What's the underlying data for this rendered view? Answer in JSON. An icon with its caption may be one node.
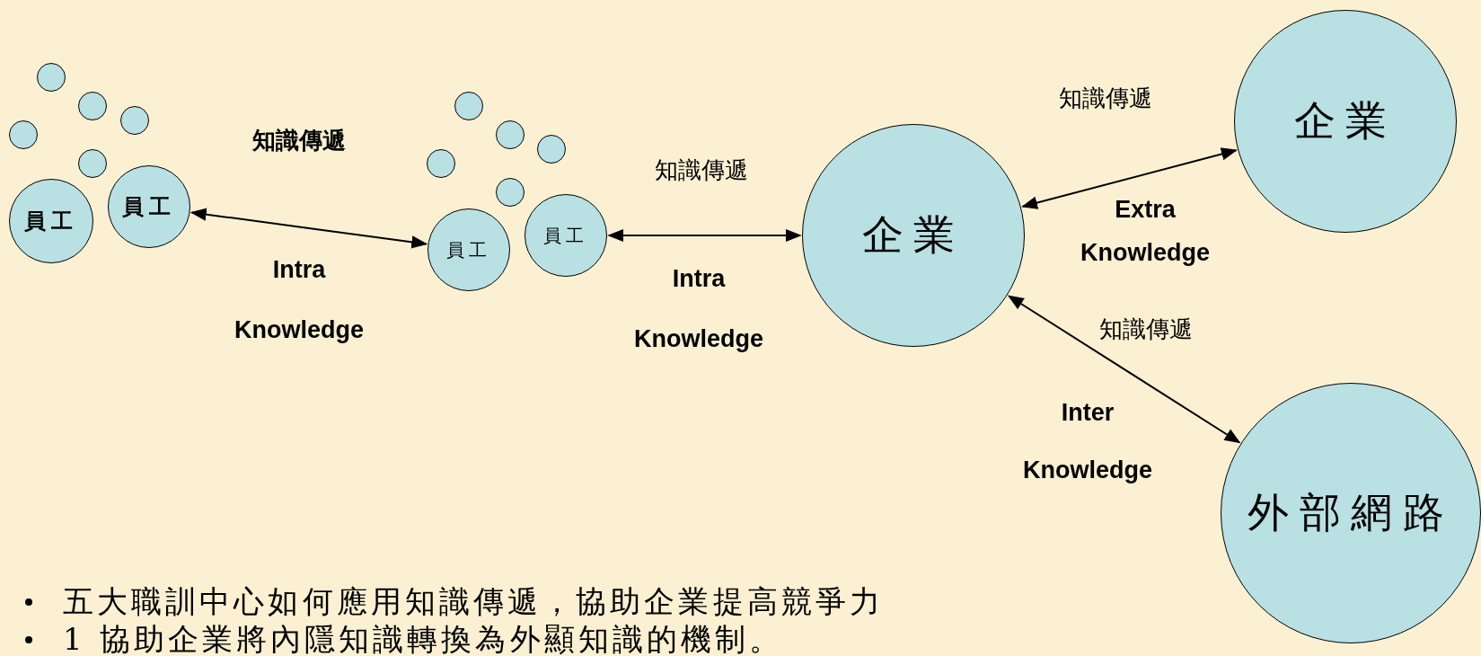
{
  "diagram": {
    "nodes": [
      {
        "text": [],
        "shape": "circle"
      },
      {
        "text": [],
        "shape": "circle"
      },
      {
        "text": [],
        "shape": "circle"
      },
      {
        "text": [],
        "shape": "circle"
      },
      {
        "text": [],
        "shape": "circle"
      },
      {
        "text": [
          "員工"
        ]
      },
      {
        "text": [
          "員工"
        ]
      },
      {
        "text": [],
        "shape": "circle"
      },
      {
        "text": [],
        "shape": "circle"
      },
      {
        "text": [],
        "shape": "circle"
      },
      {
        "text": [],
        "shape": "circle"
      },
      {
        "text": [],
        "shape": "circle"
      },
      {
        "text": [
          "員工"
        ]
      },
      {
        "text": [
          "員工"
        ]
      },
      {
        "text": [
          "企業"
        ]
      },
      {
        "text": [
          "企業"
        ]
      },
      {
        "text": [
          "外部網路"
        ]
      }
    ],
    "edges": [
      {
        "from": 6,
        "to": 12,
        "arrow": "both",
        "label": "知識傳遞"
      },
      {
        "from": 13,
        "to": 14,
        "arrow": "both",
        "label": "知識傳遞"
      },
      {
        "from": 14,
        "to": 15,
        "arrow": "both",
        "label": "知識傳遞"
      },
      {
        "from": 14,
        "to": 16,
        "arrow": "both",
        "label": "知識傳遞"
      }
    ],
    "labels": [
      "Intra Knowledge",
      "Intra Knowledge",
      "Extra Knowledge",
      "Inter Knowledge",
      "五大職訓中心如何應用知識傳遞，協助企業提高競爭力",
      "1 協助企業將內隱知識轉換為外顯知識的機制。"
    ]
  }
}
